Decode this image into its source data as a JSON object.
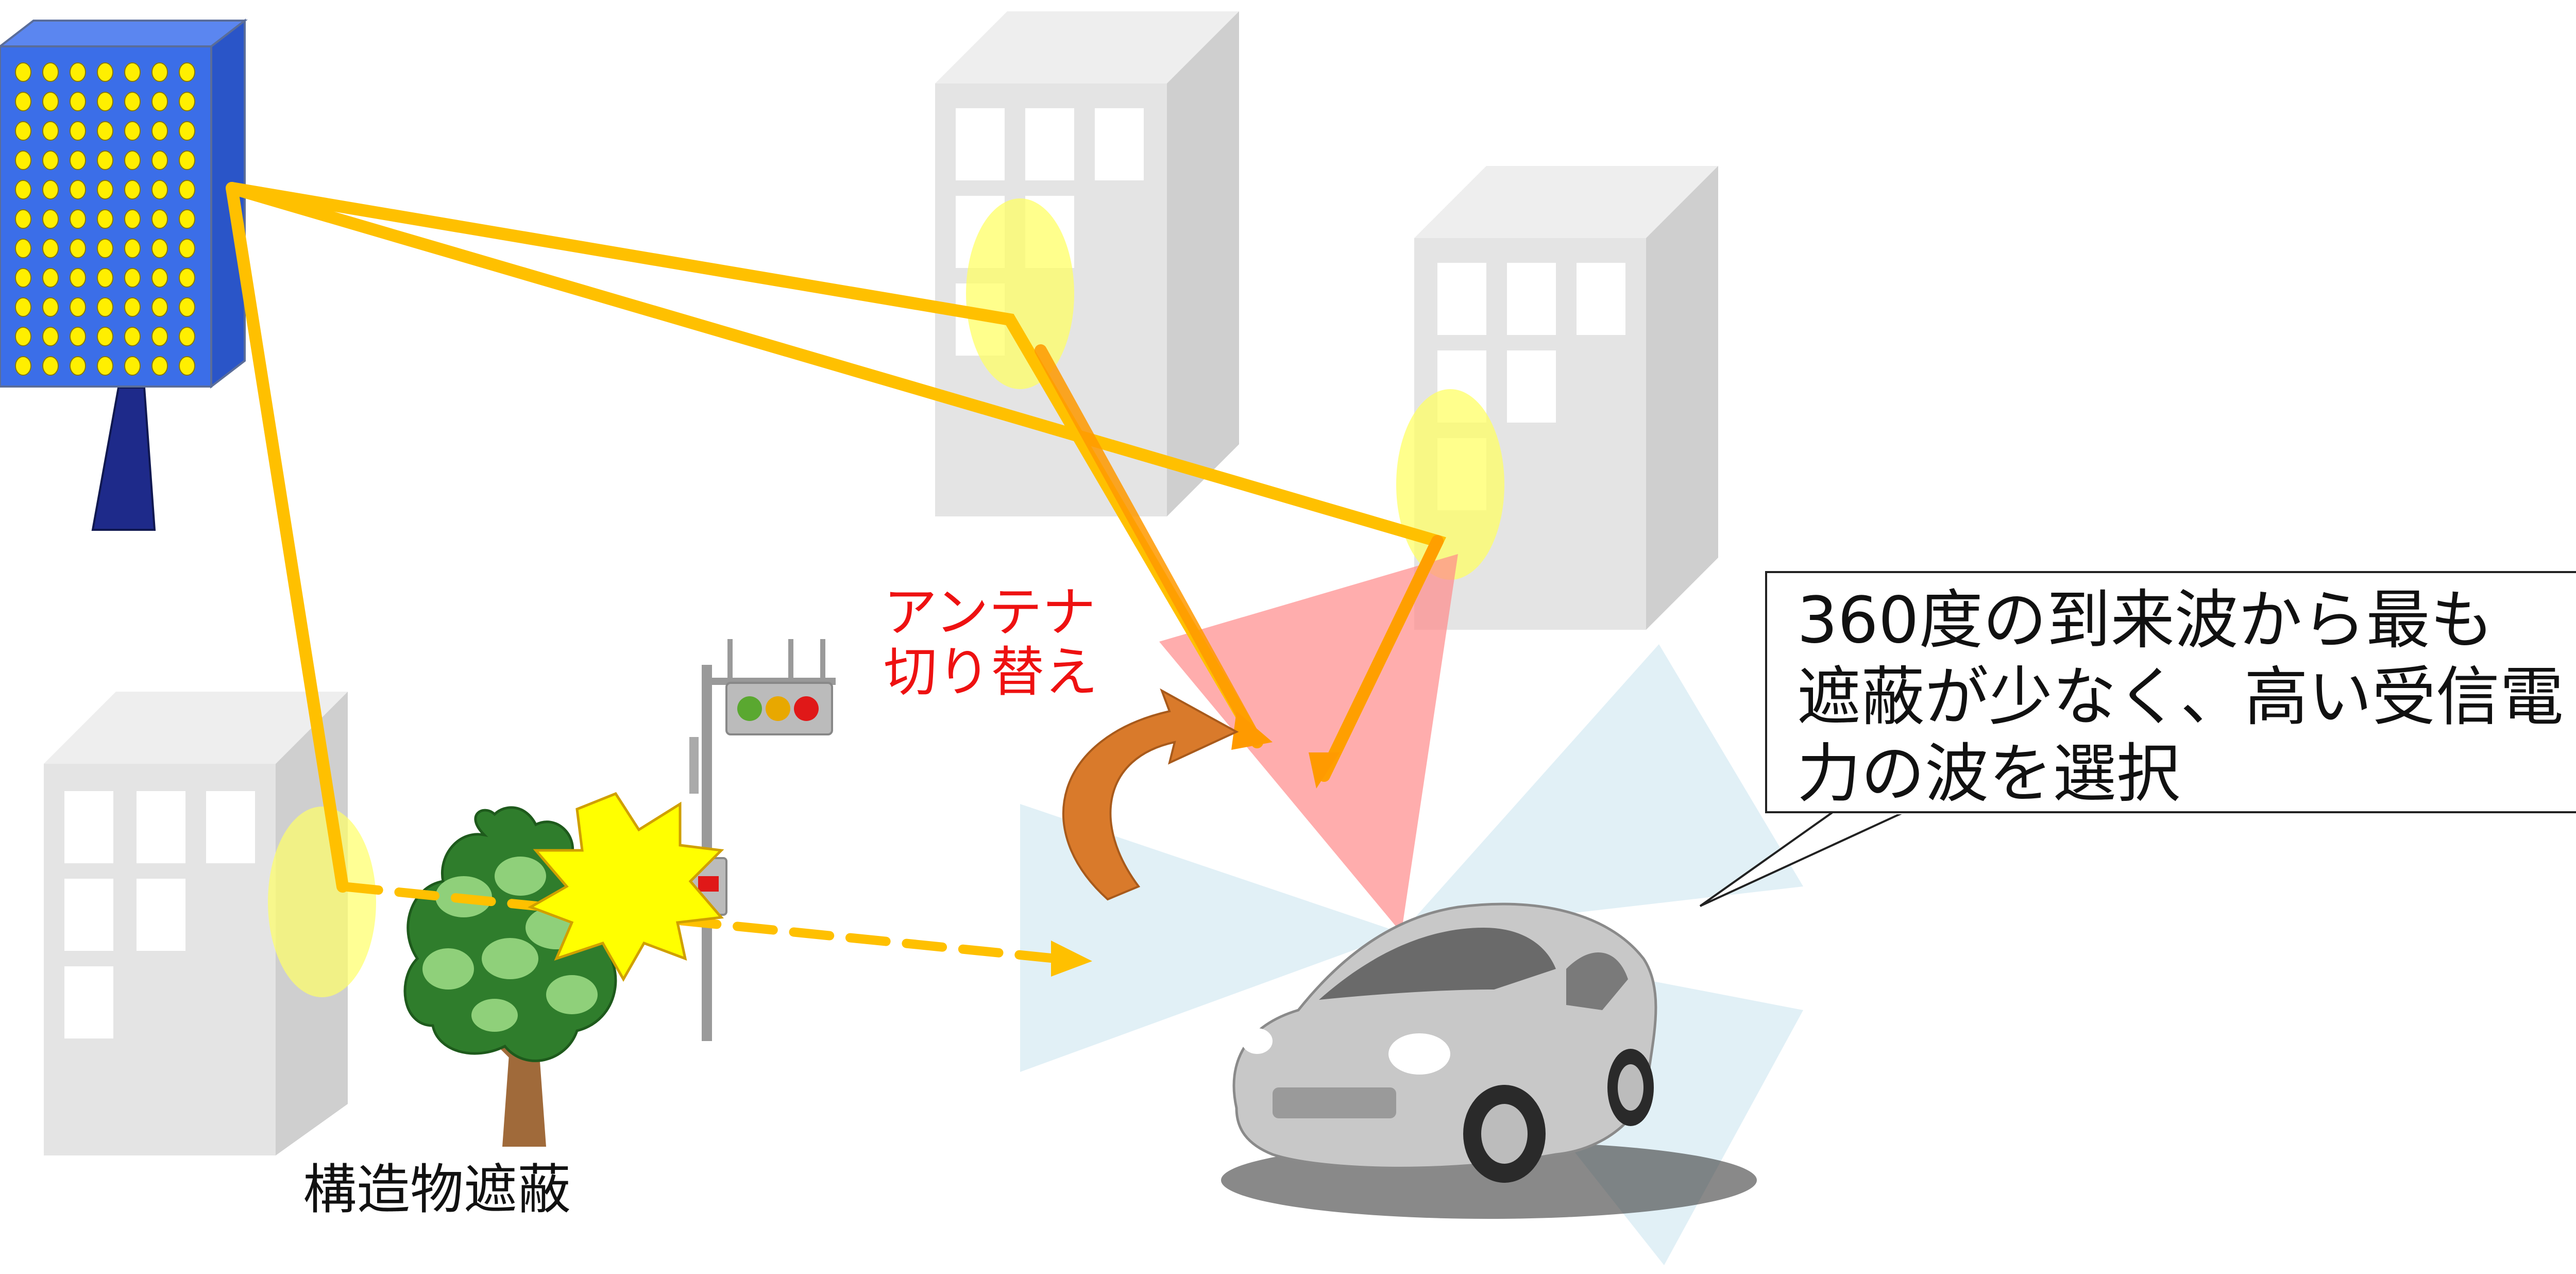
{
  "labels": {
    "antenna_switch": [
      "アンテナ",
      "切り替え"
    ],
    "structure_shielding": "構造物遮蔽",
    "callout": [
      "360度の到来波から最も",
      "遮蔽が少なく、高い受信電",
      "力の波を選択"
    ]
  },
  "colors": {
    "ray": "#ffc000",
    "ray_highlight": "#ff9a00",
    "reflection_spot": "#ffff66",
    "building": "#e4e4e4",
    "building_side": "#cfcfcf",
    "window": "#ffffff",
    "beam_active": "#ff8a8a",
    "beam_inactive": "#c9e3ee",
    "antenna_panel": "#3b6ee8",
    "antenna_dot": "#ffef00",
    "antenna_pole": "#1e2a8a",
    "callout_text": "#111111",
    "switch_text": "#ee1111",
    "switch_arrow": "#d97a2b",
    "blocked_burst": "#ffff00",
    "tree": "#3f9a3a"
  }
}
